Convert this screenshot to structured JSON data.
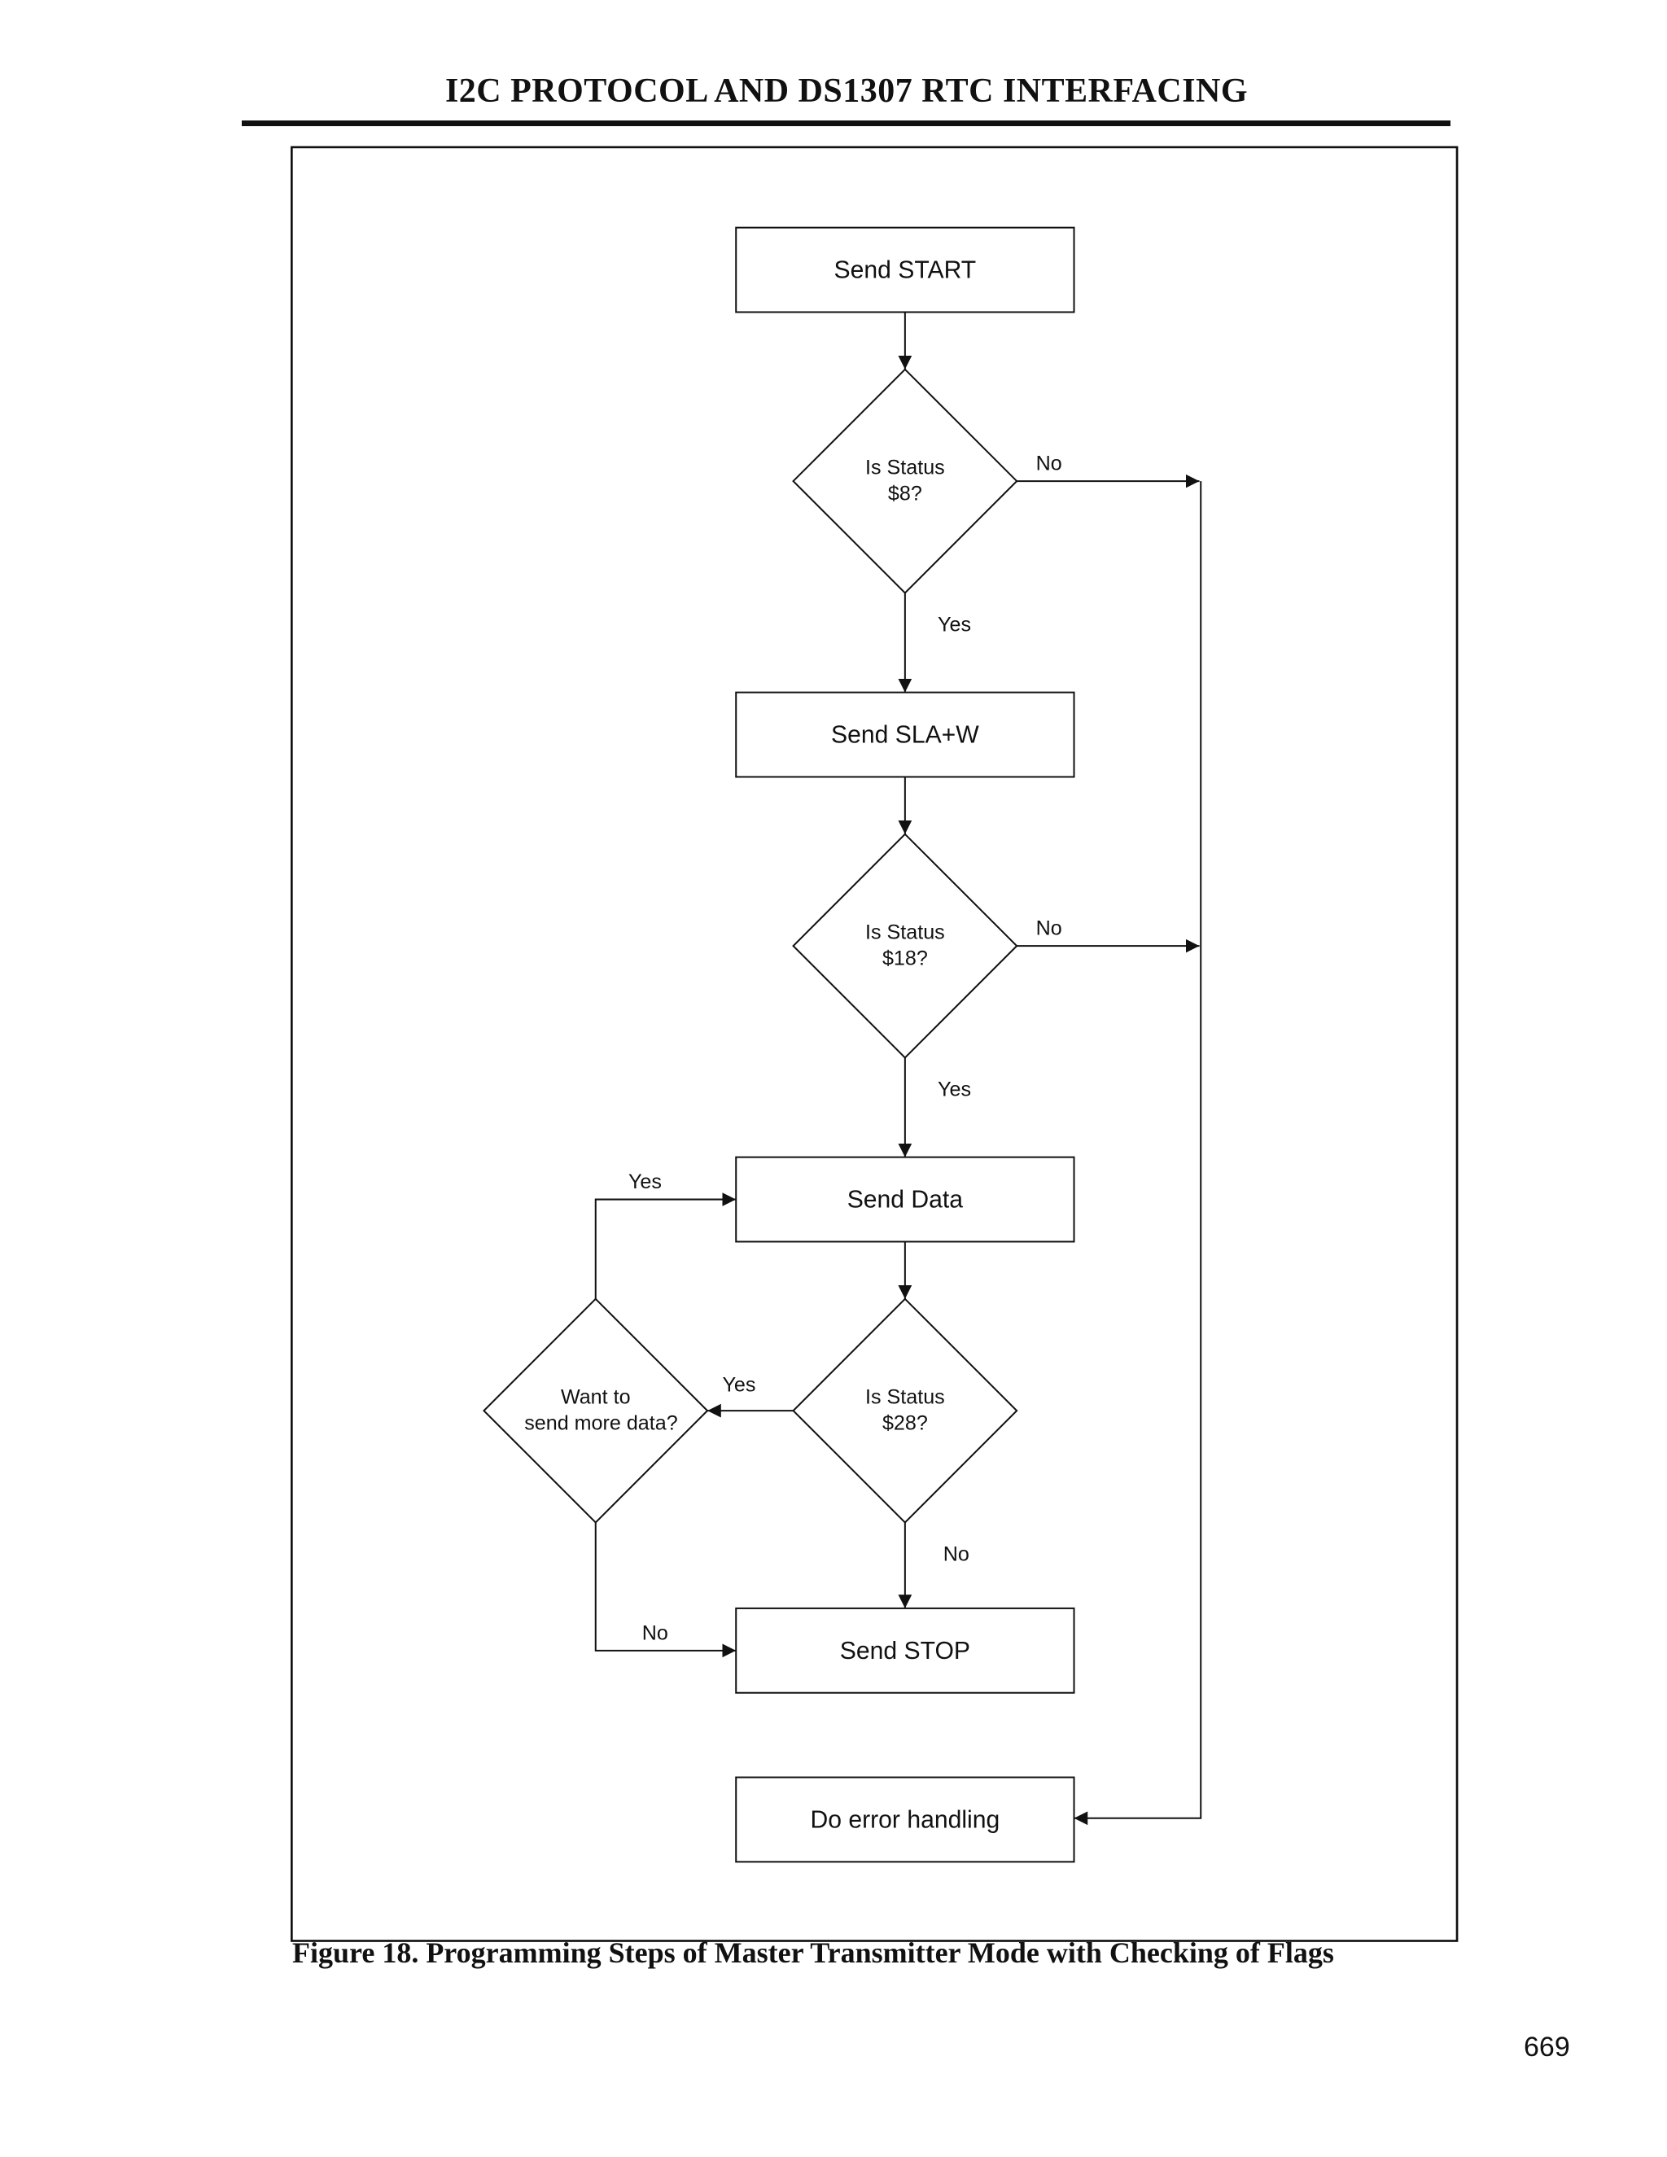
{
  "header": {
    "title": "I2C PROTOCOL AND DS1307 RTC INTERFACING"
  },
  "flowchart": {
    "send_start": "Send START",
    "check_status_8": {
      "line1": "Is Status",
      "line2": "$8?"
    },
    "send_sla_w": "Send SLA+W",
    "check_status_18": {
      "line1": "Is Status",
      "line2": "$18?"
    },
    "send_data": "Send Data",
    "check_status_28": {
      "line1": "Is Status",
      "line2": "$28?"
    },
    "want_more_data": {
      "line1": "Want to",
      "line2": "send more data?"
    },
    "send_stop": "Send STOP",
    "error_handling": "Do error handling",
    "edge_labels": {
      "status8_no": "No",
      "status8_yes": "Yes",
      "status18_no": "No",
      "status18_yes": "Yes",
      "more_yes": "Yes",
      "status28_yes": "Yes",
      "status28_no": "No",
      "more_no": "No"
    }
  },
  "caption": "Figure 18. Programming Steps of Master Transmitter Mode with Checking of Flags",
  "page_number": "669"
}
